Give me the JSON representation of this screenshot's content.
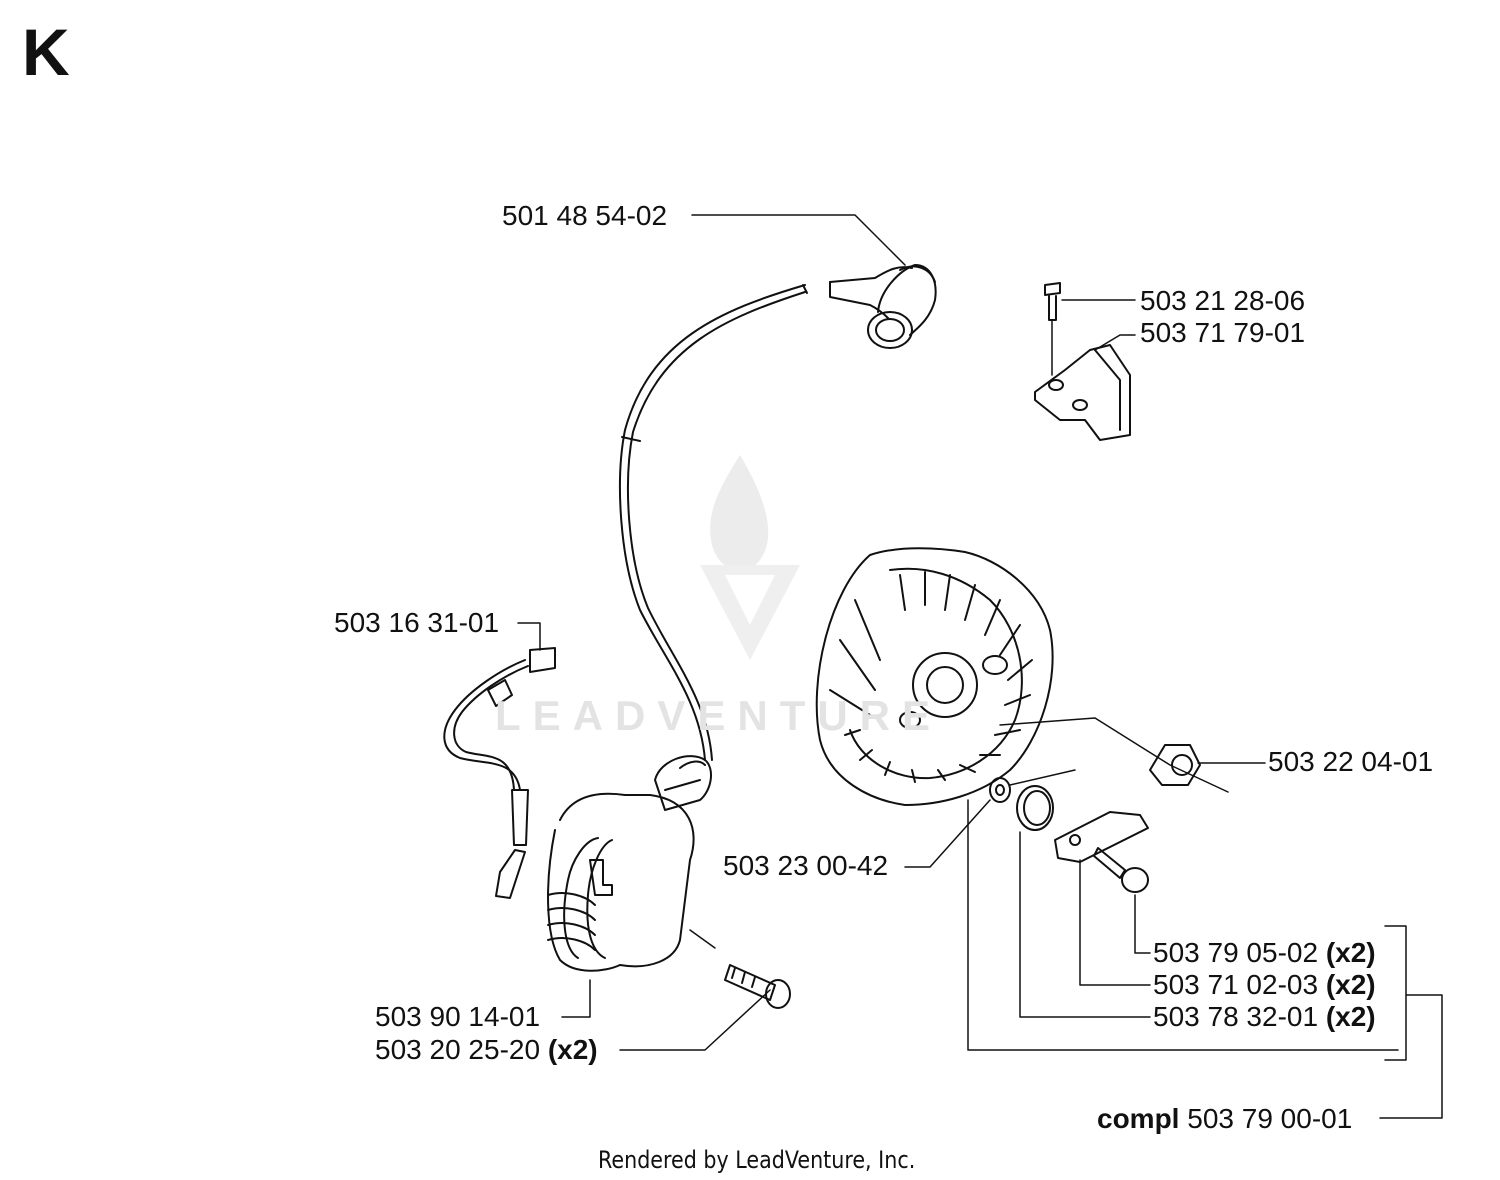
{
  "section_letter": "K",
  "watermark": "LEADVENTURE",
  "footer": "Rendered by LeadVenture, Inc.",
  "parts": [
    {
      "id": "p1",
      "number": "501 48 54-02",
      "qty": ""
    },
    {
      "id": "p2",
      "number": "503 21 28-06",
      "qty": ""
    },
    {
      "id": "p3",
      "number": "503 71 79-01",
      "qty": ""
    },
    {
      "id": "p4",
      "number": "503 16 31-01",
      "qty": ""
    },
    {
      "id": "p5",
      "number": "503 22 04-01",
      "qty": ""
    },
    {
      "id": "p6",
      "number": "503 23 00-42",
      "qty": ""
    },
    {
      "id": "p7",
      "number": "503 79 05-02",
      "qty": "(x2)"
    },
    {
      "id": "p8",
      "number": "503 71 02-03",
      "qty": "(x2)"
    },
    {
      "id": "p9",
      "number": "503 78 32-01",
      "qty": "(x2)"
    },
    {
      "id": "p10",
      "number": "503 90 14-01",
      "qty": ""
    },
    {
      "id": "p11",
      "number": "503 20 25-20",
      "qty": "(x2)"
    }
  ],
  "kit": {
    "prefix": "compl",
    "number": "503 79 00-01"
  },
  "colors": {
    "ink": "#111111",
    "watermark": "#e3e3e3"
  }
}
